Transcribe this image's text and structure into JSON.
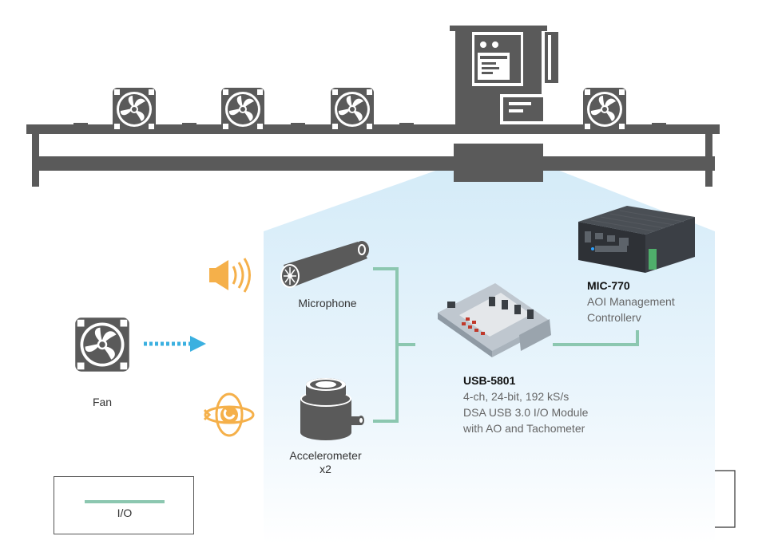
{
  "devices": {
    "microphone": {
      "label": "Microphone"
    },
    "fan": {
      "label": "Fan"
    },
    "accelerometer": {
      "label_line1": "Accelerometer",
      "label_line2": "x2"
    },
    "usb5801": {
      "name": "USB-5801",
      "desc_line1": "4-ch, 24-bit, 192 kS/s",
      "desc_line2": "DSA USB 3.0 I/O Module",
      "desc_line3": "with AO and Tachometer"
    },
    "mic770": {
      "name": "MIC-770",
      "desc_line1": "AOI Management",
      "desc_line2": "Controllerv"
    }
  },
  "legend": {
    "io_label": "I/O"
  },
  "colors": {
    "machine": "#5a5a5a",
    "io_line": "#8cc7b0",
    "sound_icon": "#f5b04a",
    "arrow": "#3bb0e0",
    "panel": "#dbeef9"
  }
}
